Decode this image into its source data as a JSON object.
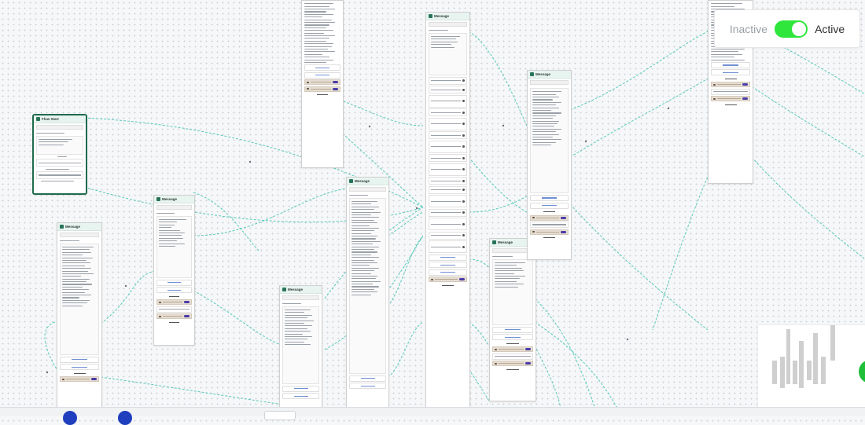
{
  "toggle": {
    "inactive_label": "Inactive",
    "active_label": "Active",
    "state": "active",
    "accent": "#2ee63c"
  },
  "nodes": {
    "start": {
      "title": "Flow Start"
    },
    "message": {
      "title": "Message"
    }
  },
  "icons": {
    "node_header": "chat-bubble-icon",
    "start_header": "flag-icon"
  }
}
